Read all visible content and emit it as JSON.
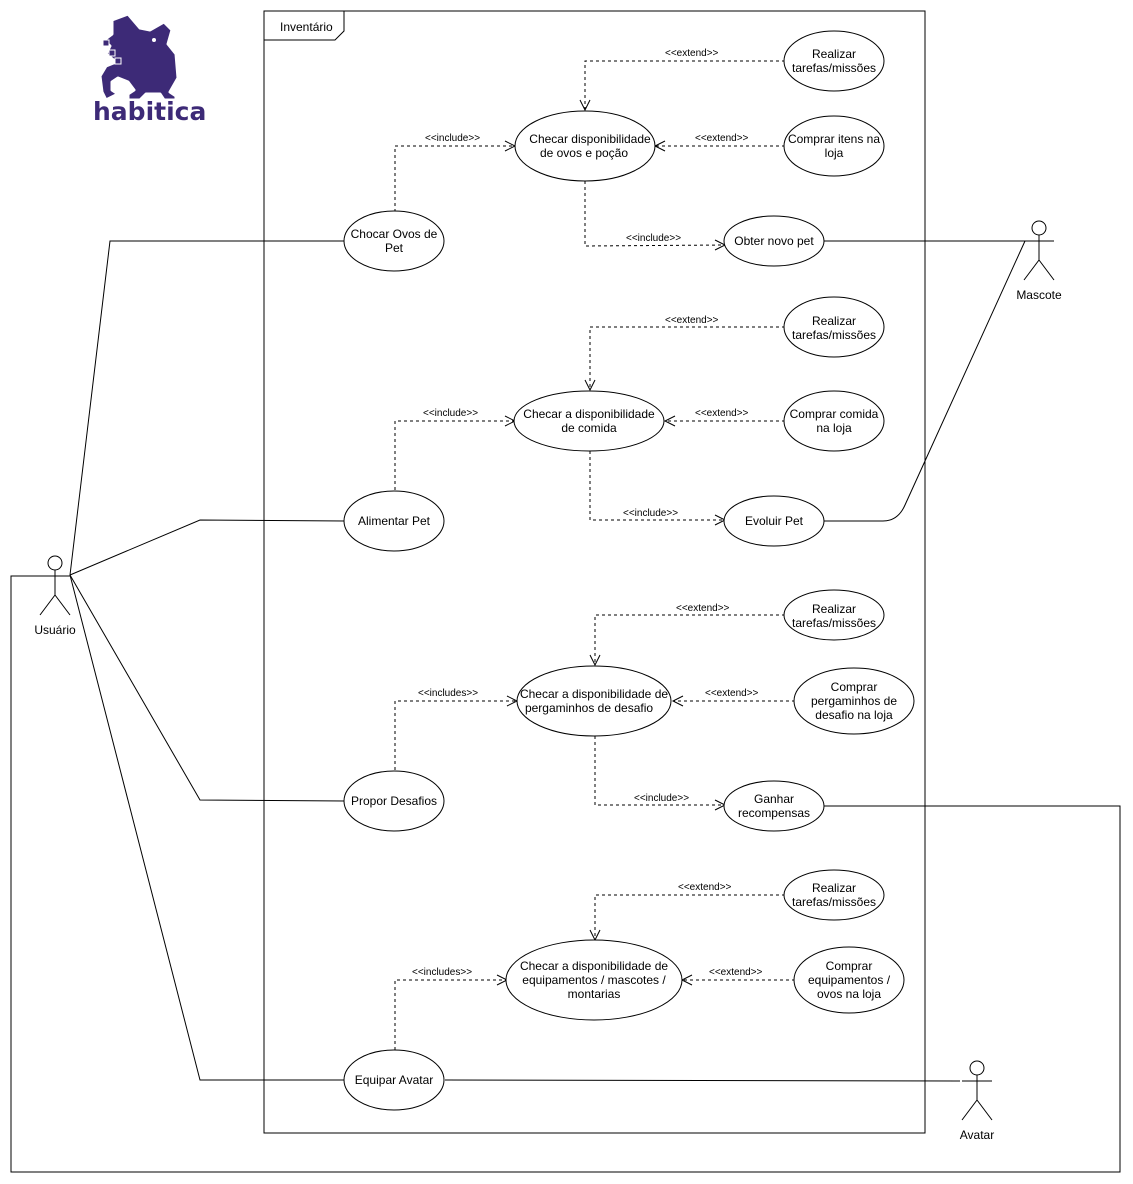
{
  "logo": {
    "text": "habitica",
    "brand_color": "#3d2a77"
  },
  "frame": {
    "title": "Inventário"
  },
  "actors": {
    "usuario": "Usuário",
    "mascote": "Mascote",
    "avatar": "Avatar"
  },
  "use_cases": {
    "chocar_ovos": [
      "Chocar Ovos de",
      "Pet"
    ],
    "checar_ovos": [
      "Checar disponibilidade",
      "de ovos e poção"
    ],
    "realizar_1": [
      "Realizar",
      "tarefas/missões"
    ],
    "comprar_itens": [
      "Comprar itens na",
      "loja"
    ],
    "obter_pet": [
      "Obter novo pet"
    ],
    "alimentar_pet": [
      "Alimentar Pet"
    ],
    "checar_comida": [
      "Checar a disponibilidade",
      "de comida"
    ],
    "realizar_2": [
      "Realizar",
      "tarefas/missões"
    ],
    "comprar_comida": [
      "Comprar comida",
      "na loja"
    ],
    "evoluir_pet": [
      "Evoluir Pet"
    ],
    "propor_desafios": [
      "Propor Desafios"
    ],
    "checar_pergaminhos": [
      "Checar a disponibilidade de",
      "pergaminhos de desafio"
    ],
    "realizar_3": [
      "Realizar",
      "tarefas/missões"
    ],
    "comprar_pergaminhos": [
      "Comprar",
      "pergaminhos de",
      "desafio na loja"
    ],
    "ganhar_recompensas": [
      "Ganhar",
      "recompensas"
    ],
    "equipar_avatar": [
      "Equipar Avatar"
    ],
    "checar_equipamentos": [
      "Checar a disponibilidade de",
      "equipamentos / mascotes /",
      "montarias"
    ],
    "realizar_4": [
      "Realizar",
      "tarefas/missões"
    ],
    "comprar_equipamentos": [
      "Comprar",
      "equipamentos /",
      "ovos na loja"
    ]
  },
  "relations": {
    "include_1": "<<include>>",
    "extend_1a": "<<extend>>",
    "extend_1b": "<<extend>>",
    "include_1b": "<<include>>",
    "include_2": "<<include>>",
    "extend_2a": "<<extend>>",
    "extend_2b": "<<extend>>",
    "include_2b": "<<include>>",
    "includes_3": "<<includes>>",
    "extend_3a": "<<extend>>",
    "extend_3b": "<<extend>>",
    "include_3b": "<<include>>",
    "includes_4": "<<includes>>",
    "extend_4a": "<<extend>>",
    "extend_4b": "<<extend>>"
  }
}
